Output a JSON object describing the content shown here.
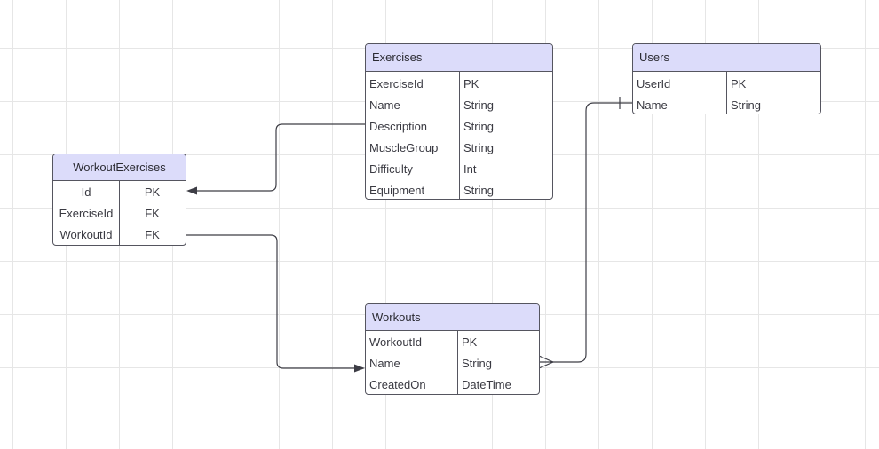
{
  "entities": {
    "exercises": {
      "title": "Exercises",
      "rows": [
        {
          "name": "ExerciseId",
          "type": "PK"
        },
        {
          "name": "Name",
          "type": "String"
        },
        {
          "name": "Description",
          "type": "String"
        },
        {
          "name": "MuscleGroup",
          "type": "String"
        },
        {
          "name": "Difficulty",
          "type": "Int"
        },
        {
          "name": "Equipment",
          "type": "String"
        }
      ]
    },
    "users": {
      "title": "Users",
      "rows": [
        {
          "name": "UserId",
          "type": "PK"
        },
        {
          "name": "Name",
          "type": "String"
        }
      ]
    },
    "workout_exercises": {
      "title": "WorkoutExercises",
      "rows": [
        {
          "name": "Id",
          "type": "PK"
        },
        {
          "name": "ExerciseId",
          "type": "FK"
        },
        {
          "name": "WorkoutId",
          "type": "FK"
        }
      ]
    },
    "workouts": {
      "title": "Workouts",
      "rows": [
        {
          "name": "WorkoutId",
          "type": "PK"
        },
        {
          "name": "Name",
          "type": "String"
        },
        {
          "name": "CreatedOn",
          "type": "DateTime"
        }
      ]
    }
  },
  "colors": {
    "header_fill": "#dcdcfa",
    "border": "#55555f",
    "connector": "#3d3d45",
    "grid": "#e6e6e6"
  },
  "relationships": [
    {
      "from": "Exercises.Description",
      "to": "WorkoutExercises.Id",
      "end": "arrow"
    },
    {
      "from": "WorkoutExercises.WorkoutId",
      "to": "Workouts.Name",
      "end": "arrow"
    },
    {
      "from": "Users.Name",
      "to": "Workouts.Name",
      "start": "one",
      "end": "many"
    }
  ]
}
